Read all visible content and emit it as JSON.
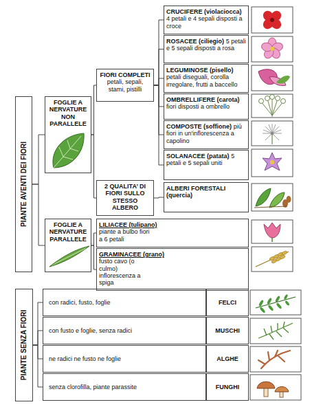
{
  "diagram": {
    "nodes": [
      {
        "text": [
          "PIANTE AVENTI DEI FIORI"
        ]
      },
      {
        "text": [
          "FOGLIE A NERVATURE NON PARALLELE"
        ]
      },
      {
        "text": [
          "FIORI COMPLETI",
          "petali, sepali, stami, pistilli"
        ]
      },
      {
        "text": [
          "CRUCIFERE (violaciocca)",
          "4 petali e 4 sepali disposti a croce"
        ]
      },
      {
        "text": [
          "ROSACEE (ciliegio)",
          "5 petali e 5 sepali disposti a rosa"
        ]
      },
      {
        "text": [
          "LEGUMINOSE (pisello)",
          "petali diseguali, corolla irregolare, frutti a baccello"
        ]
      },
      {
        "text": [
          "OMBRELLIFERE (carota)",
          "fiori disposti a ombrello"
        ]
      },
      {
        "text": [
          "COMPOSTE (soffione)",
          "più fiori in un'inflorescenza a capolino"
        ]
      },
      {
        "text": [
          "SOLANACEE (patata)",
          "5 petali e 5 sepali uniti"
        ]
      },
      {
        "text": [
          "2 QUALITA’ DI FIORI SULLO STESSO ALBERO"
        ]
      },
      {
        "text": [
          "ALBERI FORESTALI (quercia)"
        ]
      },
      {
        "text": [
          "FOGLIE A NERVATURE PARALLELE"
        ]
      },
      {
        "text": [
          "LILIACEE (tulipano)",
          "piante a bulbo fiori a 6 petali"
        ]
      },
      {
        "text": [
          "GRAMINACEE (grano)",
          "fusto cavo (o culmo) inflorescenza a spiga"
        ]
      },
      {
        "text": [
          "PIANTE SENZA FIORI"
        ]
      },
      {
        "text": [
          "con radici, fusto, foglie"
        ]
      },
      {
        "text": [
          "FELCI"
        ]
      },
      {
        "text": [
          "con fusto e foglie, senza radici"
        ]
      },
      {
        "text": [
          "MUSCHI"
        ]
      },
      {
        "text": [
          "ne radici ne fusto ne foglie"
        ]
      },
      {
        "text": [
          "ALGHE"
        ]
      },
      {
        "text": [
          "senza clorofilla, piante parassite"
        ]
      },
      {
        "text": [
          "FUNGHI"
        ]
      }
    ],
    "edges": [
      {
        "from": 0,
        "to": 1,
        "arrow": "none"
      },
      {
        "from": 0,
        "to": 11,
        "arrow": "none"
      },
      {
        "from": 1,
        "to": 2,
        "arrow": "none"
      },
      {
        "from": 1,
        "to": 9,
        "arrow": "none"
      },
      {
        "from": 2,
        "to": 3,
        "arrow": "none"
      },
      {
        "from": 2,
        "to": 4,
        "arrow": "none"
      },
      {
        "from": 2,
        "to": 5,
        "arrow": "none"
      },
      {
        "from": 2,
        "to": 6,
        "arrow": "none"
      },
      {
        "from": 2,
        "to": 7,
        "arrow": "none"
      },
      {
        "from": 2,
        "to": 8,
        "arrow": "none"
      },
      {
        "from": 9,
        "to": 10,
        "arrow": "none"
      },
      {
        "from": 11,
        "to": 12,
        "arrow": "none"
      },
      {
        "from": 11,
        "to": 13,
        "arrow": "none"
      },
      {
        "from": 14,
        "to": 15,
        "arrow": "none"
      },
      {
        "from": 14,
        "to": 17,
        "arrow": "none"
      },
      {
        "from": 14,
        "to": 19,
        "arrow": "none"
      },
      {
        "from": 14,
        "to": 21,
        "arrow": "none"
      }
    ]
  }
}
